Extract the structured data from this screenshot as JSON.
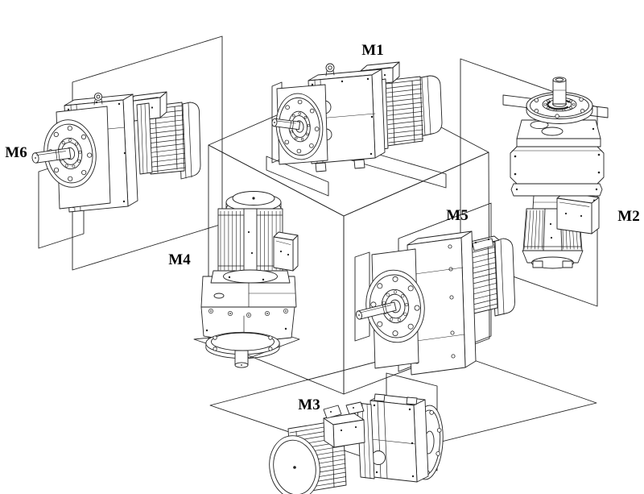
{
  "figure": {
    "description": "Line-art diagram of six gearmotor mounting positions (M1-M6) arranged around an isometric cube",
    "background_color": "#ffffff",
    "line_color": "#222222"
  },
  "labels": {
    "m1": "M1",
    "m2": "M2",
    "m3": "M3",
    "m4": "M4",
    "m5": "M5",
    "m6": "M6"
  }
}
